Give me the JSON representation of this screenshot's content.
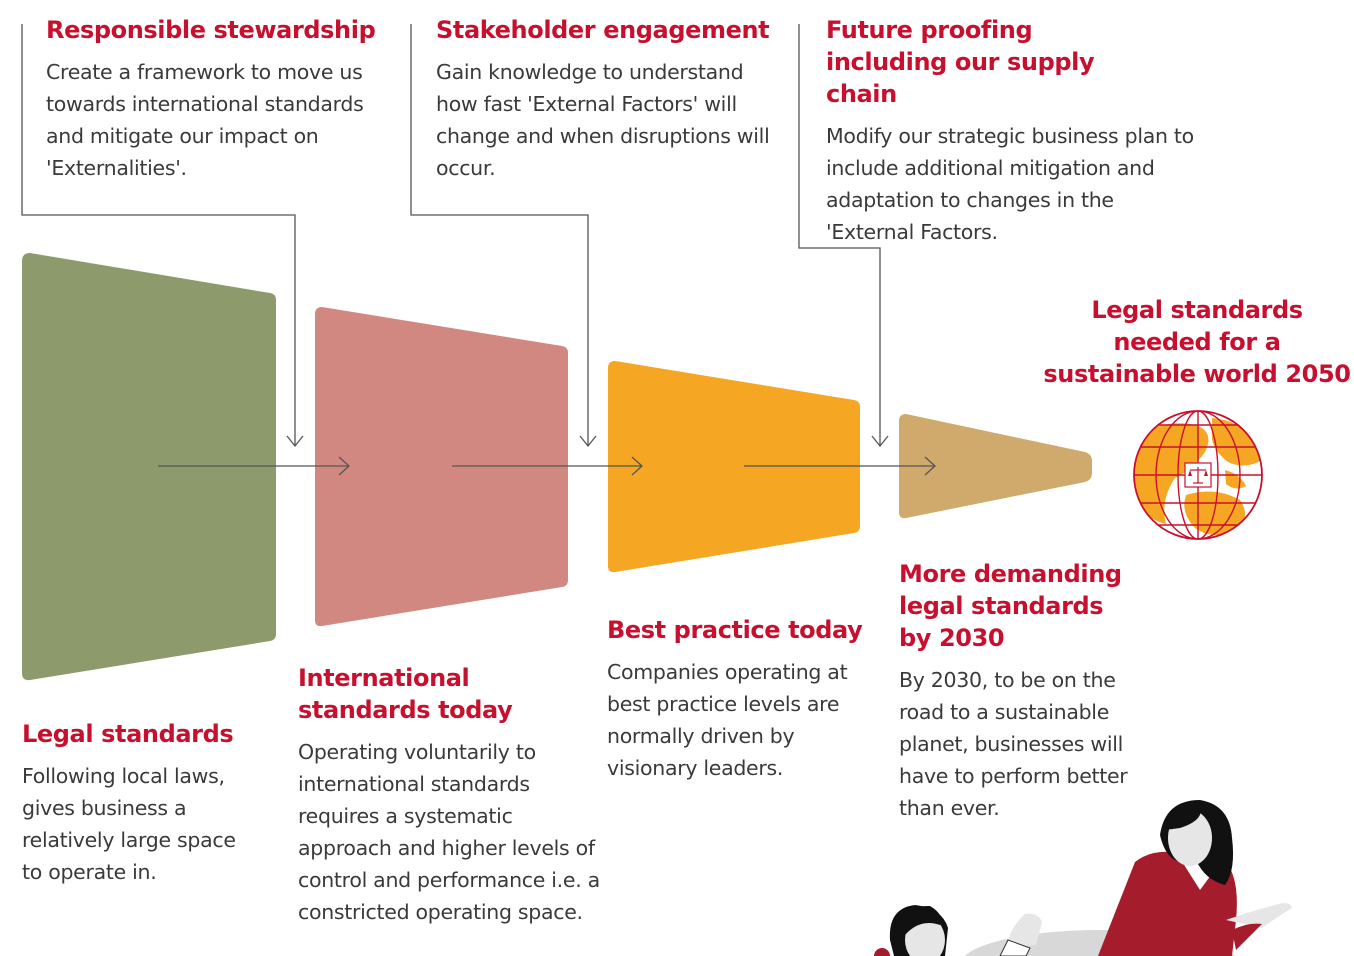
{
  "top_notes": [
    {
      "title": "Responsible stewardship",
      "body": "Create a framework to move us towards international standards and mitigate our impact on 'Externalities'."
    },
    {
      "title": "Stakeholder engagement",
      "body": "Gain knowledge to understand how fast 'External Factors' will change and when disruptions will occur."
    },
    {
      "title": "Future proofing including our supply chain",
      "body": "Modify our strategic business plan to include additional mitigation and adaptation to changes in the 'External Factors."
    }
  ],
  "stages": [
    {
      "title": "Legal standards",
      "body": "Following local laws, gives business a relatively large space to operate in.",
      "color": "#8c9a6c"
    },
    {
      "title": "International standards today",
      "body": "Operating voluntarily to international standards requires a systematic approach and higher levels of control and performance i.e. a constricted operating space.",
      "color": "#d08880"
    },
    {
      "title": "Best practice today",
      "body": "Companies operating at best practice levels are normally driven by visionary leaders.",
      "color": "#f5a623"
    },
    {
      "title": "More demanding legal standards by 2030",
      "body": "By 2030, to be on the road to a sustainable planet, businesses will have to perform better than ever.",
      "color": "#cfaa6c"
    }
  ],
  "target": {
    "title": "Legal standards needed for a sustainable world 2050"
  },
  "icons": [
    "globe-icon",
    "scales-icon",
    "people-illustration"
  ],
  "colors": {
    "accent_red": "#c8102e",
    "text": "#3a3a3a",
    "line": "#555555",
    "globe_land": "#f5a623",
    "globe_grid": "#c8102e"
  }
}
